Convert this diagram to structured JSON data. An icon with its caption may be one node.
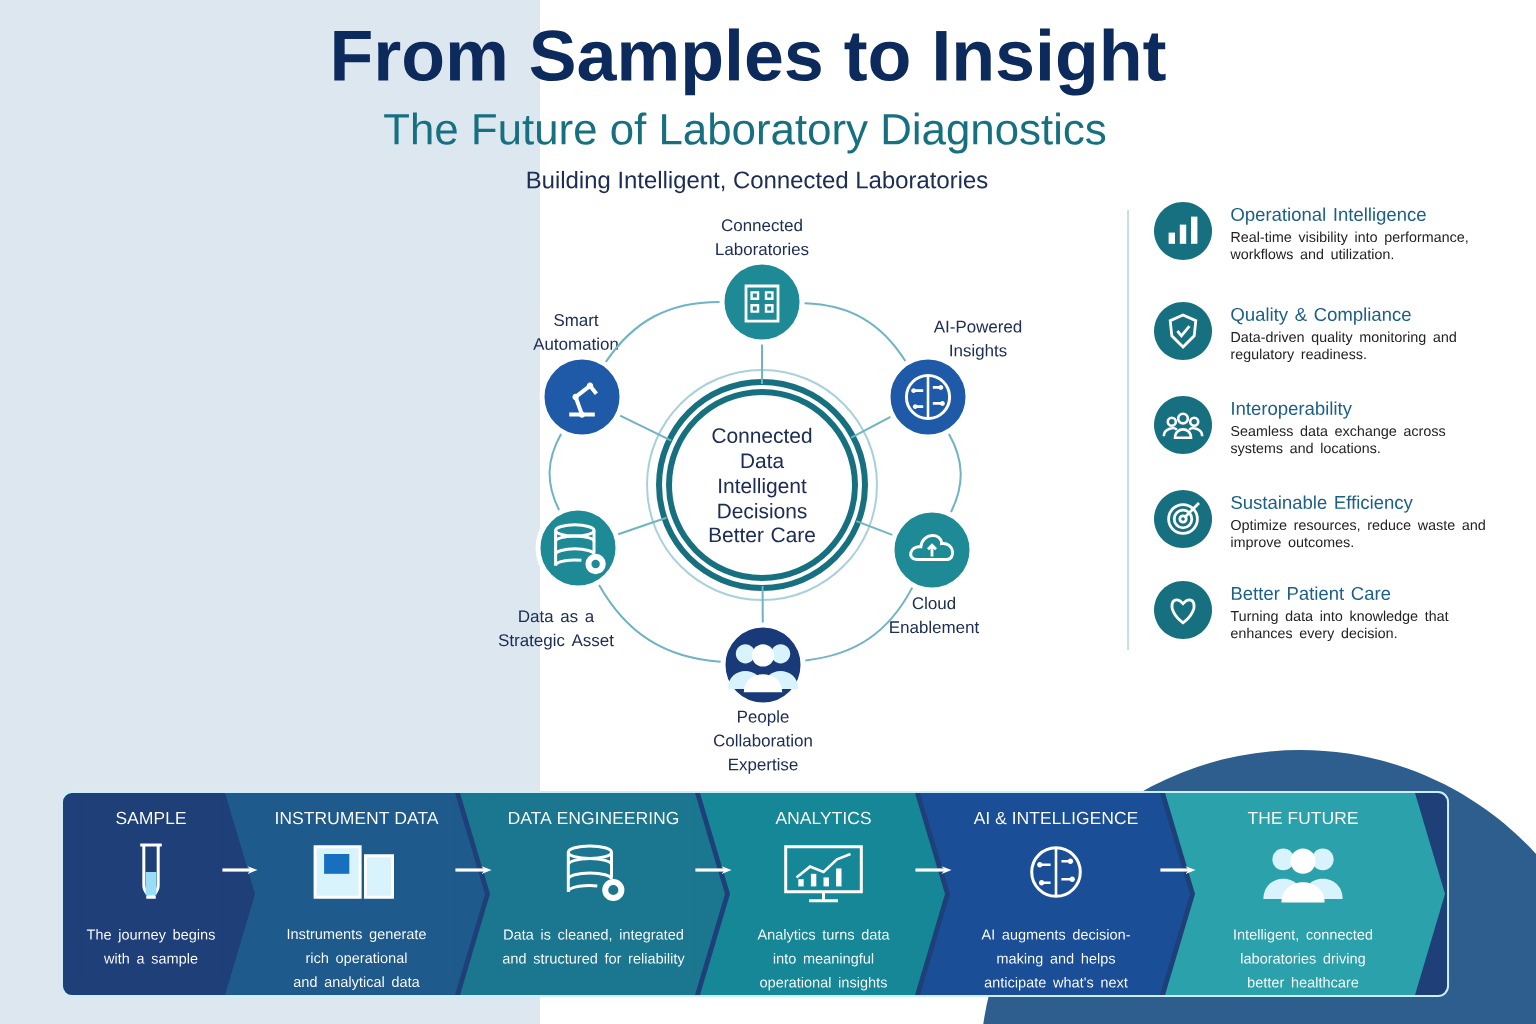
{
  "diagram": {
    "title": "From Samples to Insight",
    "nodes": [
      {
        "text": [
          "Connected Data",
          "Intelligent Decisions",
          "Better Care"
        ]
      },
      {
        "text": [
          "Connected Laboratories"
        ]
      },
      {
        "text": [
          "AI-Powered Insights"
        ]
      },
      {
        "text": [
          "Cloud Enablement"
        ]
      },
      {
        "text": [
          "People Collaboration Expertise"
        ]
      },
      {
        "text": [
          "Data as a Strategic Asset"
        ]
      },
      {
        "text": [
          "Smart Automation"
        ]
      },
      {
        "text": [
          "Operational Intelligence",
          "Real-time visibility into performance, workflows and utilization."
        ]
      },
      {
        "text": [
          "Quality & Compliance",
          "Data-driven quality monitoring and regulatory readiness."
        ]
      },
      {
        "text": [
          "Interoperability",
          "Seamless data exchange across systems and locations."
        ]
      },
      {
        "text": [
          "Sustainable Efficiency",
          "Optimize resources, reduce waste and improve outcomes."
        ]
      },
      {
        "text": [
          "Better Patient Care",
          "Turning data into knowledge that enhances every decision."
        ]
      },
      {
        "text": [],
        "shape": "box"
      },
      {
        "text": [
          "SAMPLE",
          "The journey begins with a sample"
        ],
        "in": 12
      },
      {
        "text": [
          "INSTRUMENT DATA",
          "Instruments generate rich operational and analytical data"
        ],
        "in": 12
      },
      {
        "text": [
          "DATA ENGINEERING",
          "Data is cleaned, integrated and structured for reliability"
        ],
        "in": 12
      },
      {
        "text": [
          "ANALYTICS",
          "Analytics turns data into meaningful operational insights"
        ],
        "in": 12
      },
      {
        "text": [
          "AI & INTELLIGENCE",
          "AI augments decision-making and helps anticipate what's next"
        ],
        "in": 12
      },
      {
        "text": [
          "THE FUTURE",
          "Intelligent, connected laboratories driving better healthcare"
        ],
        "in": 12
      }
    ],
    "edges": [
      {
        "from": 0,
        "to": 1,
        "arrow": "none"
      },
      {
        "from": 0,
        "to": 2,
        "arrow": "none"
      },
      {
        "from": 0,
        "to": 3,
        "arrow": "none"
      },
      {
        "from": 0,
        "to": 4,
        "arrow": "none"
      },
      {
        "from": 0,
        "to": 5,
        "arrow": "none"
      },
      {
        "from": 0,
        "to": 6,
        "arrow": "none"
      },
      {
        "from": 1,
        "to": 2,
        "arrow": "none"
      },
      {
        "from": 2,
        "to": 3,
        "arrow": "none"
      },
      {
        "from": 3,
        "to": 4,
        "arrow": "none"
      },
      {
        "from": 4,
        "to": 5,
        "arrow": "none"
      },
      {
        "from": 5,
        "to": 6,
        "arrow": "none"
      },
      {
        "from": 6,
        "to": 1,
        "arrow": "none"
      },
      {
        "from": 13,
        "to": 14,
        "arrow": "to",
        "color": "#ffffff"
      },
      {
        "from": 14,
        "to": 15,
        "arrow": "to",
        "color": "#ffffff"
      },
      {
        "from": 15,
        "to": 16,
        "arrow": "to",
        "color": "#ffffff"
      },
      {
        "from": 16,
        "to": 17,
        "arrow": "to",
        "color": "#ffffff"
      },
      {
        "from": 17,
        "to": 18,
        "arrow": "to",
        "color": "#ffffff"
      }
    ],
    "labels": [
      "The Future of Laboratory Diagnostics",
      "Building Intelligent, Connected Laboratories"
    ]
  }
}
